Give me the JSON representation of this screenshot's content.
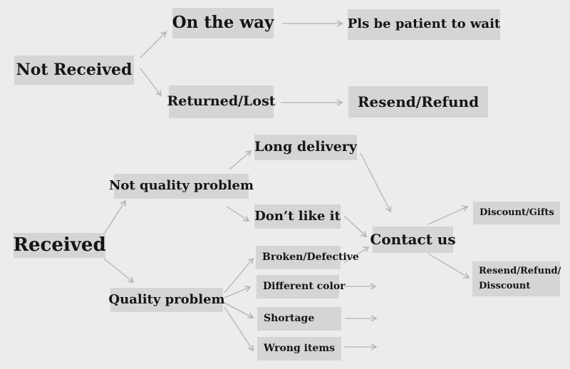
{
  "diagram": {
    "description": "customer order issue resolution flowchart",
    "colors": {
      "background": "#ececec",
      "node_fill": "#d5d5d5",
      "text": "#151515",
      "arrow": "#b4b4b4"
    },
    "nodes": {
      "not_received": {
        "label": "Not Received"
      },
      "on_the_way": {
        "label": "On the way"
      },
      "pls_be_patient": {
        "label": "Pls be patient to wait"
      },
      "returned_lost": {
        "label": "Returned/Lost"
      },
      "resend_refund": {
        "label": "Resend/Refund"
      },
      "long_delivery": {
        "label": "Long delivery"
      },
      "not_quality_problem": {
        "label": "Not quality problem"
      },
      "dont_like_it": {
        "label": "Don’t like it"
      },
      "received": {
        "label": "Received"
      },
      "quality_problem": {
        "label": "Quality problem"
      },
      "broken_defective": {
        "label": "Broken/Defective"
      },
      "different_color": {
        "label": "Different color"
      },
      "shortage": {
        "label": "Shortage"
      },
      "wrong_items": {
        "label": "Wrong items"
      },
      "contact_us": {
        "label": "Contact us"
      },
      "discount_gifts": {
        "label": "Discount/Gifts"
      },
      "resend_refund_disscount": {
        "label_line1": "Resend/Refund/",
        "label_line2": "Disscount"
      }
    },
    "edges": [
      {
        "from": "not_received",
        "to": "on_the_way"
      },
      {
        "from": "not_received",
        "to": "returned_lost"
      },
      {
        "from": "on_the_way",
        "to": "pls_be_patient"
      },
      {
        "from": "returned_lost",
        "to": "resend_refund"
      },
      {
        "from": "received",
        "to": "not_quality_problem"
      },
      {
        "from": "received",
        "to": "quality_problem"
      },
      {
        "from": "not_quality_problem",
        "to": "long_delivery"
      },
      {
        "from": "not_quality_problem",
        "to": "dont_like_it"
      },
      {
        "from": "long_delivery",
        "to": "contact_us"
      },
      {
        "from": "dont_like_it",
        "to": "contact_us"
      },
      {
        "from": "broken_defective",
        "to": "contact_us"
      },
      {
        "from": "different_color",
        "to": "contact_us"
      },
      {
        "from": "shortage",
        "to": "contact_us"
      },
      {
        "from": "wrong_items",
        "to": "contact_us"
      },
      {
        "from": "quality_problem",
        "to": "broken_defective"
      },
      {
        "from": "quality_problem",
        "to": "different_color"
      },
      {
        "from": "quality_problem",
        "to": "shortage"
      },
      {
        "from": "quality_problem",
        "to": "wrong_items"
      },
      {
        "from": "contact_us",
        "to": "discount_gifts"
      },
      {
        "from": "contact_us",
        "to": "resend_refund_disscount"
      }
    ]
  }
}
